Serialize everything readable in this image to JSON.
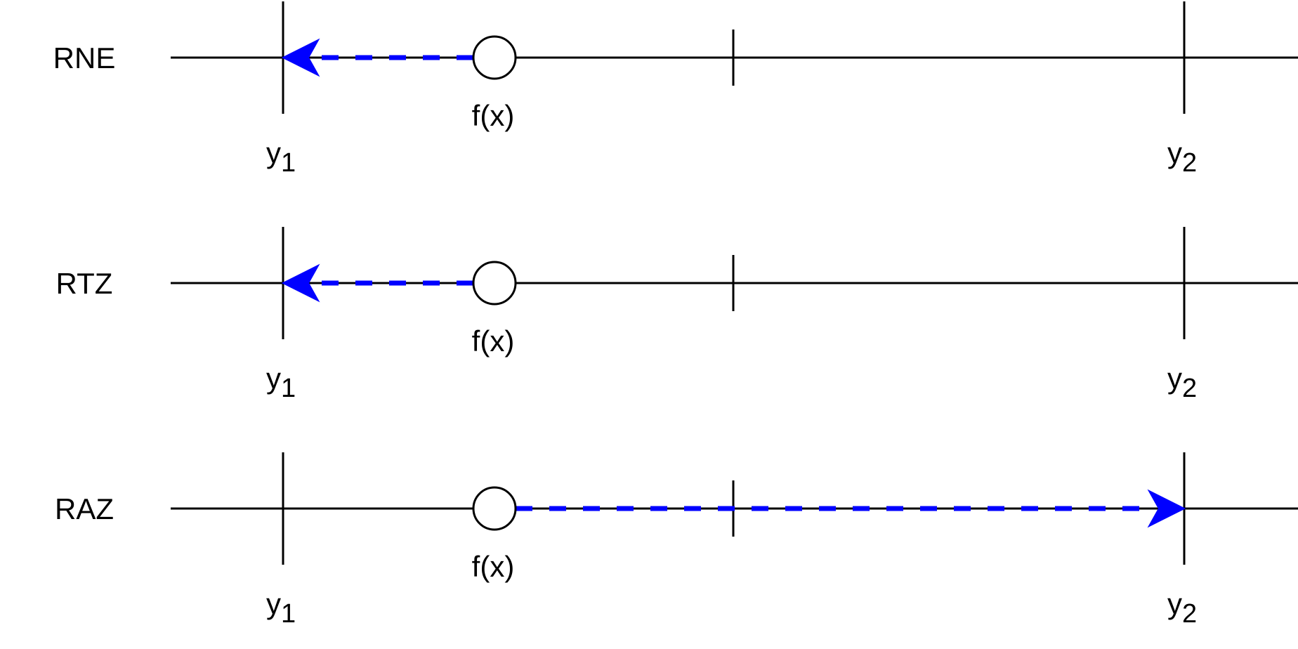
{
  "diagram": {
    "colors": {
      "line": "#000000",
      "arrow": "#0000ff",
      "marker_fill": "#ffffff"
    },
    "rows": [
      {
        "name": "RNE",
        "value_label": "f(x)",
        "left_bound": {
          "base": "y",
          "sub": "1"
        },
        "right_bound": {
          "base": "y",
          "sub": "2"
        },
        "direction": "left"
      },
      {
        "name": "RTZ",
        "value_label": "f(x)",
        "left_bound": {
          "base": "y",
          "sub": "1"
        },
        "right_bound": {
          "base": "y",
          "sub": "2"
        },
        "direction": "left"
      },
      {
        "name": "RAZ",
        "value_label": "f(x)",
        "left_bound": {
          "base": "y",
          "sub": "1"
        },
        "right_bound": {
          "base": "y",
          "sub": "2"
        },
        "direction": "right"
      }
    ]
  }
}
